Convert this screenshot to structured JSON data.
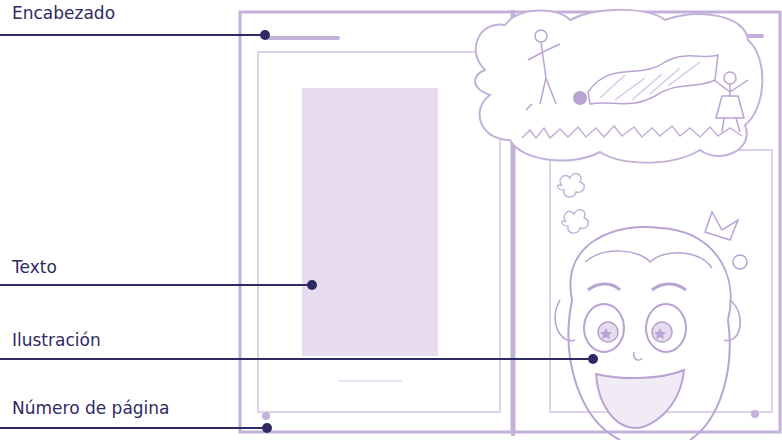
{
  "diagram": {
    "labels": [
      "Encabezado",
      "Texto",
      "Ilustración",
      "Número de página"
    ]
  }
}
